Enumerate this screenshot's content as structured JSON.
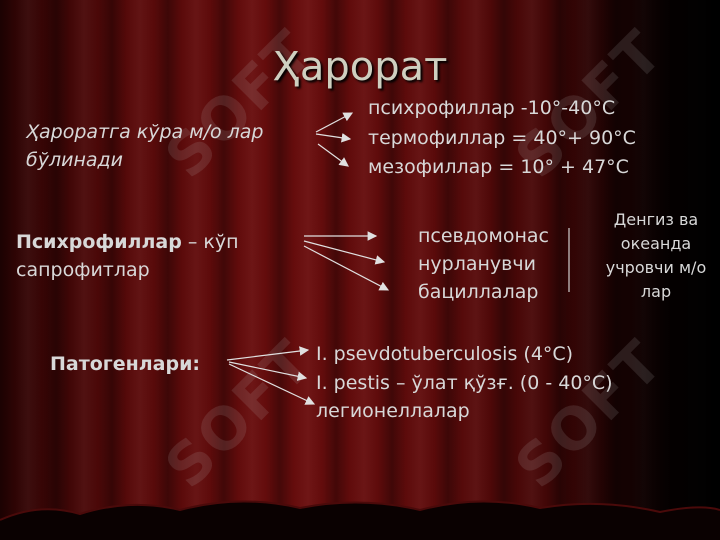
{
  "title": "Ҳарорат",
  "watermark": "SOFT",
  "section1": {
    "label": "Ҳароратга кўра м/о лар бўлинади",
    "label_line1": "Ҳароратга кўра м/о лар",
    "label_line2": "бўлинади",
    "items": [
      "психрофиллар -10°-40°С",
      "термофиллар = 40°+ 90°С",
      "мезофиллар = 10° + 47°С"
    ]
  },
  "section2": {
    "label_bold": "Психрофиллар",
    "label_rest": " – кўп",
    "label_line2": "сапрофитлар",
    "items": [
      "псевдомонас",
      "нурланувчи",
      "бациллалар"
    ],
    "note": [
      "Денгиз ва",
      "океанда",
      "учровчи м/о",
      "лар"
    ]
  },
  "section3": {
    "label": "Патогенлари:",
    "items": [
      "I. psevdotuberculosis (4°C)",
      "I.    pestis – ўлат қўзғ. (0 - 40°С)",
      "легионеллалар"
    ]
  },
  "colors": {
    "text": "#d8d8d8",
    "title": "#cfcfc0",
    "curtain": "#6b0d0d"
  }
}
